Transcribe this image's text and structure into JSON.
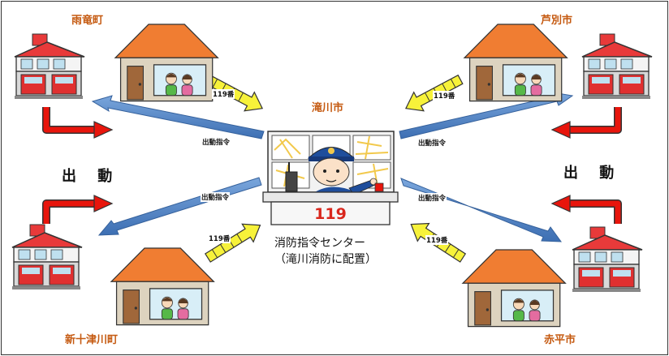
{
  "towns": {
    "top_left": "雨竜町",
    "top_right": "芦別市",
    "bottom_left": "新十津川町",
    "bottom_right": "赤平市"
  },
  "center": {
    "title": "滝川市",
    "caption_line1": "消防指令センター",
    "caption_line2": "（滝川消防に配置）",
    "console_number": "119"
  },
  "dispatch_text": {
    "left": "出 動",
    "right": "出 動"
  },
  "call_labels": {
    "top_left": "119番",
    "top_right": "119番",
    "bottom_left": "119番",
    "bottom_right": "119番"
  },
  "command_labels": {
    "top_left": "出動指令",
    "top_right": "出動指令",
    "bottom_left": "出動指令",
    "bottom_right": "出動指令"
  },
  "colors": {
    "town_label": "#c55a11",
    "call_arrow": "#f7f23a",
    "command_arrow": "#4a7fc1",
    "dispatch_arrow": "#e8150c",
    "house_roof": "#f07d32",
    "house_wall": "#ddd3bf",
    "fire_station_roof": "#e83a3a"
  }
}
